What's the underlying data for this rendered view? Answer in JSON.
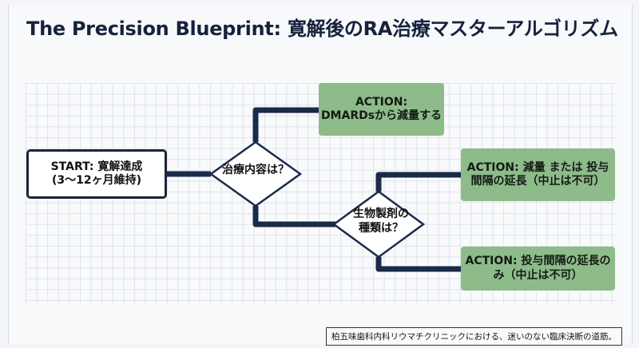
{
  "title": "The Precision Blueprint: 寛解後のRA治療マスターアルゴリズム",
  "nodes": {
    "start": {
      "line1": "START: 寛解達成",
      "line2": "(3〜12ヶ月維持)"
    },
    "decision1": {
      "label": "治療内容は？"
    },
    "decision2": {
      "line1": "生物製剤の",
      "line2": "種類は？"
    },
    "action1": {
      "line1": "ACTION:",
      "line2": "DMARDsから減量する"
    },
    "action2": {
      "line1": "ACTION: 減量 または 投与",
      "line2": "間隔の延長（中止は不可）"
    },
    "action3": {
      "line1": "ACTION: 投与間隔の延長の",
      "line2": "み（中止は不可）"
    }
  },
  "colors": {
    "title": "#16213d",
    "connector": "#1a2a4a",
    "action_fill": "#8dbb8a",
    "start_border": "#1a2438"
  },
  "footer": "柏五味歯科内科リウマチクリニックにおける、迷いのない臨床決断の道筋。"
}
